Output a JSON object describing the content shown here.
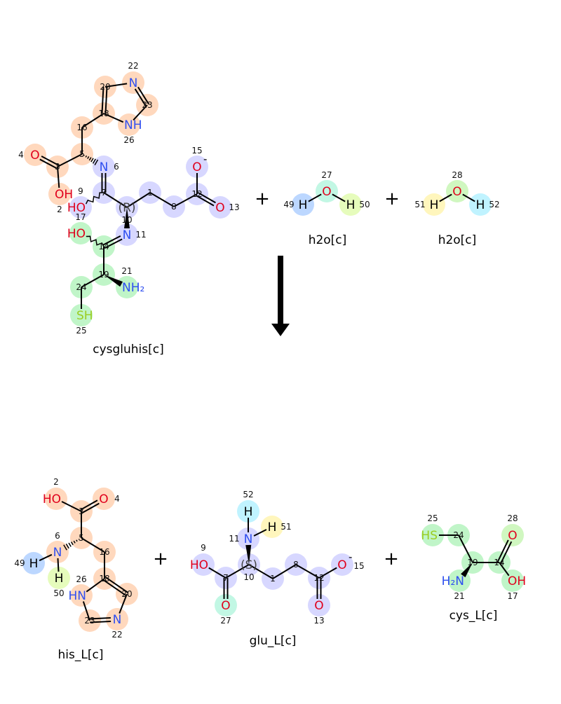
{
  "colors": {
    "peach": "#ffd8bd",
    "lavender": "#d7d7ff",
    "green": "#c0f5c8",
    "blue": "#bcd7ff",
    "mint": "#c2f7e4",
    "lime": "#e6fcbc",
    "yellow": "#fff6bd",
    "lightgreen": "#d0f7c0",
    "cyan": "#c0f3ff",
    "O": "#e0001c",
    "N": "#2f4ff0",
    "S": "#9acd20",
    "H": "#000000",
    "bond": "#000000"
  },
  "reaction": {
    "plus_label": "+",
    "arrow": "right-arrow-down"
  },
  "molecules": {
    "cysgluhis": {
      "name": "cysgluhis[c]",
      "atoms": [
        {
          "n": "22",
          "label": "N",
          "el": "N",
          "hl": "peach"
        },
        {
          "n": "20",
          "label": "",
          "el": "C",
          "hl": "peach"
        },
        {
          "n": "23",
          "label": "",
          "el": "C",
          "hl": "peach"
        },
        {
          "n": "18",
          "label": "",
          "el": "C",
          "hl": "peach"
        },
        {
          "n": "26",
          "label": "NH",
          "el": "N",
          "hl": "peach"
        },
        {
          "n": "16",
          "label": "",
          "el": "C",
          "hl": "peach"
        },
        {
          "n": "5",
          "label": "",
          "el": "C",
          "hl": "peach"
        },
        {
          "n": "4",
          "label": "O",
          "el": "O",
          "hl": "peach"
        },
        {
          "n": "3",
          "label": "",
          "el": "C",
          "hl": "peach"
        },
        {
          "n": "2",
          "label": "OH",
          "el": "O",
          "hl": "peach"
        },
        {
          "n": "6",
          "label": "N",
          "el": "N",
          "hl": "lavender"
        },
        {
          "n": "7",
          "label": "",
          "el": "C",
          "hl": "lavender"
        },
        {
          "n": "9",
          "label": "HO",
          "el": "O",
          "hl": "lavender"
        },
        {
          "n": "10",
          "label": "(R)",
          "el": "C",
          "hl": "lavender"
        },
        {
          "n": "1",
          "label": "",
          "el": "C",
          "hl": "lavender"
        },
        {
          "n": "8",
          "label": "",
          "el": "C",
          "hl": "lavender"
        },
        {
          "n": "12",
          "label": "",
          "el": "C",
          "hl": "lavender"
        },
        {
          "n": "15",
          "label": "O",
          "charge": "-",
          "el": "O",
          "hl": "lavender"
        },
        {
          "n": "13",
          "label": "O",
          "el": "O",
          "hl": "lavender"
        },
        {
          "n": "11",
          "label": "N",
          "el": "N",
          "hl": "lavender"
        },
        {
          "n": "17",
          "label": "HO",
          "el": "O",
          "hl": "green"
        },
        {
          "n": "14",
          "label": "",
          "el": "C",
          "hl": "green"
        },
        {
          "n": "19",
          "label": "",
          "el": "C",
          "hl": "green"
        },
        {
          "n": "24",
          "label": "",
          "el": "C",
          "hl": "green"
        },
        {
          "n": "21",
          "label": "NH₂",
          "el": "N",
          "hl": "green"
        },
        {
          "n": "25",
          "label": "SH",
          "el": "S",
          "hl": "green"
        }
      ]
    },
    "h2o_1": {
      "name": "h2o[c]",
      "atoms": [
        {
          "n": "49",
          "label": "H",
          "el": "H",
          "hl": "blue"
        },
        {
          "n": "27",
          "label": "O",
          "el": "O",
          "hl": "mint"
        },
        {
          "n": "50",
          "label": "H",
          "el": "H",
          "hl": "lime"
        }
      ]
    },
    "h2o_2": {
      "name": "h2o[c]",
      "atoms": [
        {
          "n": "51",
          "label": "H",
          "el": "H",
          "hl": "yellow"
        },
        {
          "n": "28",
          "label": "O",
          "el": "O",
          "hl": "lightgreen"
        },
        {
          "n": "52",
          "label": "H",
          "el": "H",
          "hl": "cyan"
        }
      ]
    },
    "his_L": {
      "name": "his_L[c]",
      "atoms": [
        {
          "n": "2",
          "label": "HO",
          "el": "O",
          "hl": "peach"
        },
        {
          "n": "4",
          "label": "O",
          "el": "O",
          "hl": "peach"
        },
        {
          "n": "3",
          "label": "",
          "el": "C",
          "hl": "peach"
        },
        {
          "n": "5",
          "label": "",
          "el": "C",
          "hl": "peach"
        },
        {
          "n": "6",
          "label": "N",
          "el": "N",
          "hl": "peach"
        },
        {
          "n": "16",
          "label": "",
          "el": "C",
          "hl": "peach"
        },
        {
          "n": "49",
          "label": "H",
          "el": "H",
          "hl": "blue"
        },
        {
          "n": "50",
          "label": "H",
          "el": "H",
          "hl": "lime"
        },
        {
          "n": "18",
          "label": "",
          "el": "C",
          "hl": "peach"
        },
        {
          "n": "26",
          "label": "HN",
          "el": "N",
          "hl": "peach"
        },
        {
          "n": "20",
          "label": "",
          "el": "C",
          "hl": "peach"
        },
        {
          "n": "23",
          "label": "",
          "el": "C",
          "hl": "peach"
        },
        {
          "n": "22",
          "label": "N",
          "el": "N",
          "hl": "peach"
        }
      ]
    },
    "glu_L": {
      "name": "glu_L[c]",
      "atoms": [
        {
          "n": "52",
          "label": "H",
          "el": "H",
          "hl": "cyan"
        },
        {
          "n": "51",
          "label": "H",
          "el": "H",
          "hl": "yellow"
        },
        {
          "n": "11",
          "label": "N",
          "el": "N",
          "hl": "lavender"
        },
        {
          "n": "9",
          "label": "HO",
          "el": "O",
          "hl": "lavender"
        },
        {
          "n": "10",
          "label": "(S)",
          "el": "C",
          "hl": "lavender"
        },
        {
          "n": "7",
          "label": "",
          "el": "C",
          "hl": "lavender"
        },
        {
          "n": "1",
          "label": "",
          "el": "C",
          "hl": "lavender"
        },
        {
          "n": "8",
          "label": "",
          "el": "C",
          "hl": "lavender"
        },
        {
          "n": "12",
          "label": "",
          "el": "C",
          "hl": "lavender"
        },
        {
          "n": "15",
          "label": "O",
          "charge": "-",
          "el": "O",
          "hl": "lavender"
        },
        {
          "n": "27",
          "label": "O",
          "el": "O",
          "hl": "mint"
        },
        {
          "n": "13",
          "label": "O",
          "el": "O",
          "hl": "lavender"
        }
      ]
    },
    "cys_L": {
      "name": "cys_L[c]",
      "atoms": [
        {
          "n": "25",
          "label": "HS",
          "el": "S",
          "hl": "green"
        },
        {
          "n": "24",
          "label": "",
          "el": "C",
          "hl": "green"
        },
        {
          "n": "28",
          "label": "O",
          "el": "O",
          "hl": "lightgreen"
        },
        {
          "n": "19",
          "label": "",
          "el": "C",
          "hl": "green"
        },
        {
          "n": "14",
          "label": "",
          "el": "C",
          "hl": "green"
        },
        {
          "n": "21",
          "label": "H₂N",
          "el": "N",
          "hl": "green"
        },
        {
          "n": "17",
          "label": "OH",
          "el": "O",
          "hl": "green"
        }
      ]
    }
  }
}
